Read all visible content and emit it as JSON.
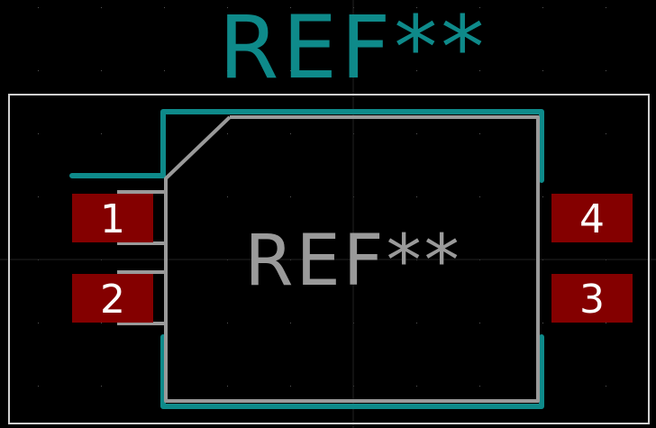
{
  "footprint": {
    "silkscreen_reference": "REF**",
    "fab_reference": "REF**",
    "pads": [
      {
        "number": "1"
      },
      {
        "number": "2"
      },
      {
        "number": "3"
      },
      {
        "number": "4"
      }
    ]
  },
  "colors": {
    "background": "#000000",
    "silkscreen": "#0e8a8a",
    "fab": "#9a9a9a",
    "courtyard": "#d0d0d0",
    "pad": "#840000",
    "pad_text": "#ffffff"
  }
}
